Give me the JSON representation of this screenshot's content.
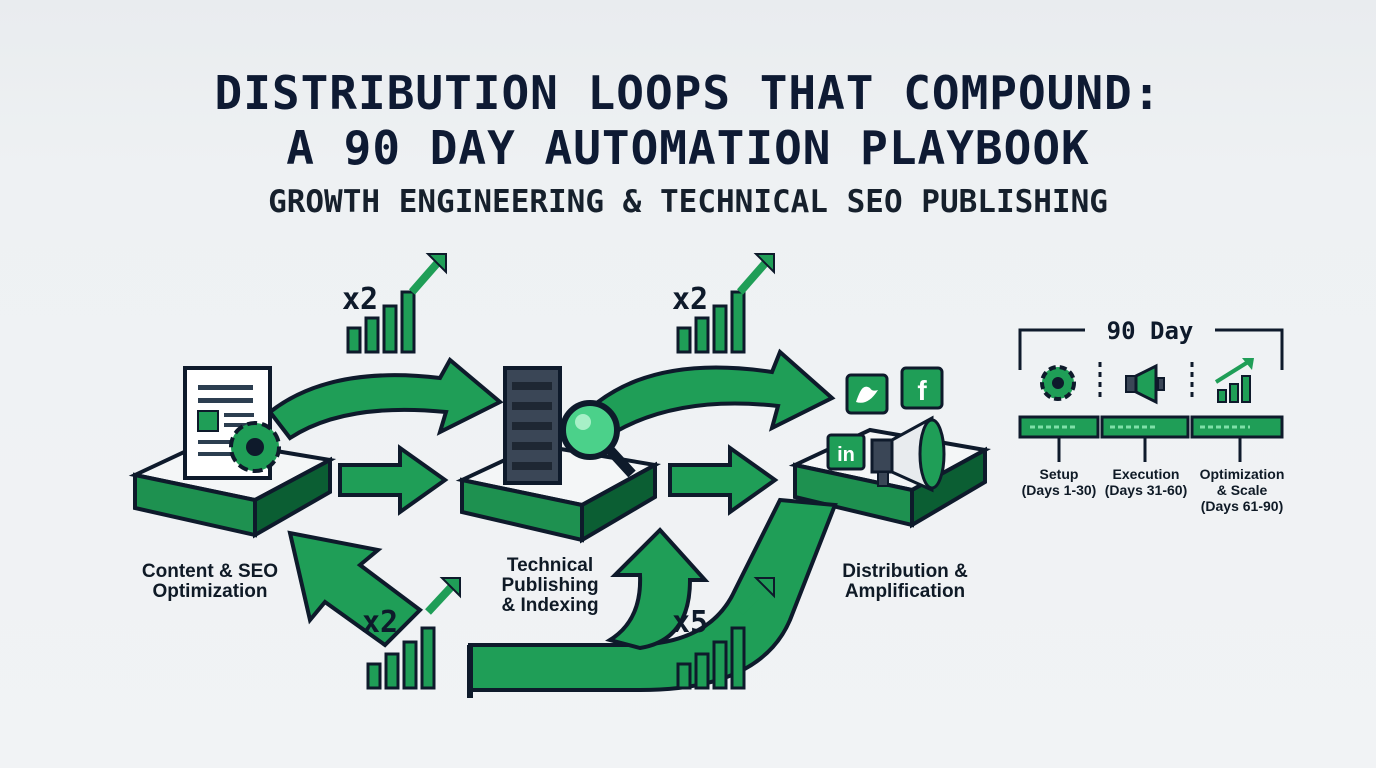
{
  "header": {
    "title_line1": "DISTRIBUTION LOOPS THAT COMPOUND:",
    "title_line2": "A 90 DAY AUTOMATION PLAYBOOK",
    "subtitle": "GROWTH ENGINEERING & TECHNICAL SEO PUBLISHING"
  },
  "stages": [
    {
      "label": "Content & SEO\nOptimization",
      "icon": "document-gear-icon"
    },
    {
      "label": "Technical\nPublishing\n& Indexing",
      "icon": "server-magnifier-icon"
    },
    {
      "label": "Distribution &\nAmplification",
      "icon": "social-megaphone-icon"
    }
  ],
  "multipliers": {
    "top_left": "x2",
    "top_right": "x2",
    "bottom_left": "x2",
    "bottom_right": "x5"
  },
  "social_icons": [
    "twitter-icon",
    "facebook-icon",
    "linkedin-icon",
    "megaphone-icon"
  ],
  "timeline": {
    "title": "90 Day",
    "phases": [
      {
        "label": "Setup\n(Days 1-30)",
        "icon": "gear-icon"
      },
      {
        "label": "Execution\n(Days 31-60)",
        "icon": "megaphone-icon"
      },
      {
        "label": "Optimization\n& Scale\n(Days 61-90)",
        "icon": "growth-chart-icon"
      }
    ]
  },
  "colors": {
    "accent_green": "#1f9e57",
    "dark_green": "#0b5e33",
    "navy": "#0e1a33",
    "platform_top": "#f4f6f7"
  }
}
